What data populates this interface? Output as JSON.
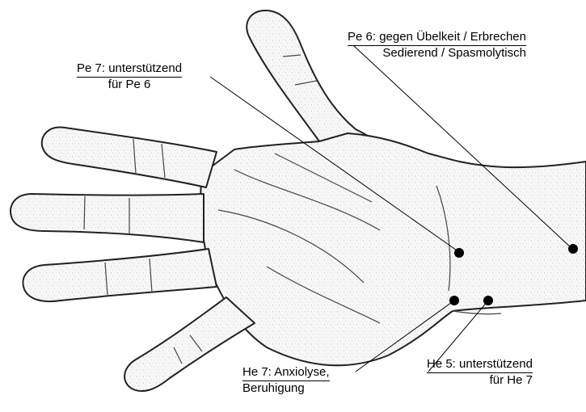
{
  "annotations": {
    "pe7": {
      "line1": "Pe 7: unterstützend",
      "line2": "für Pe 6"
    },
    "pe6": {
      "line1": "Pe 6: gegen Übelkeit / Erbrechen",
      "line2": "Sedierend / Spasmolytisch"
    },
    "he7": {
      "line1": "He 7: Anxiolyse,",
      "line2": "Beruhigung"
    },
    "he5": {
      "line1": "He 5: unterstützend",
      "line2": "für He 7"
    }
  },
  "colors": {
    "ink": "#000000",
    "paper": "#ffffff",
    "skin": "#f4f4f4"
  }
}
